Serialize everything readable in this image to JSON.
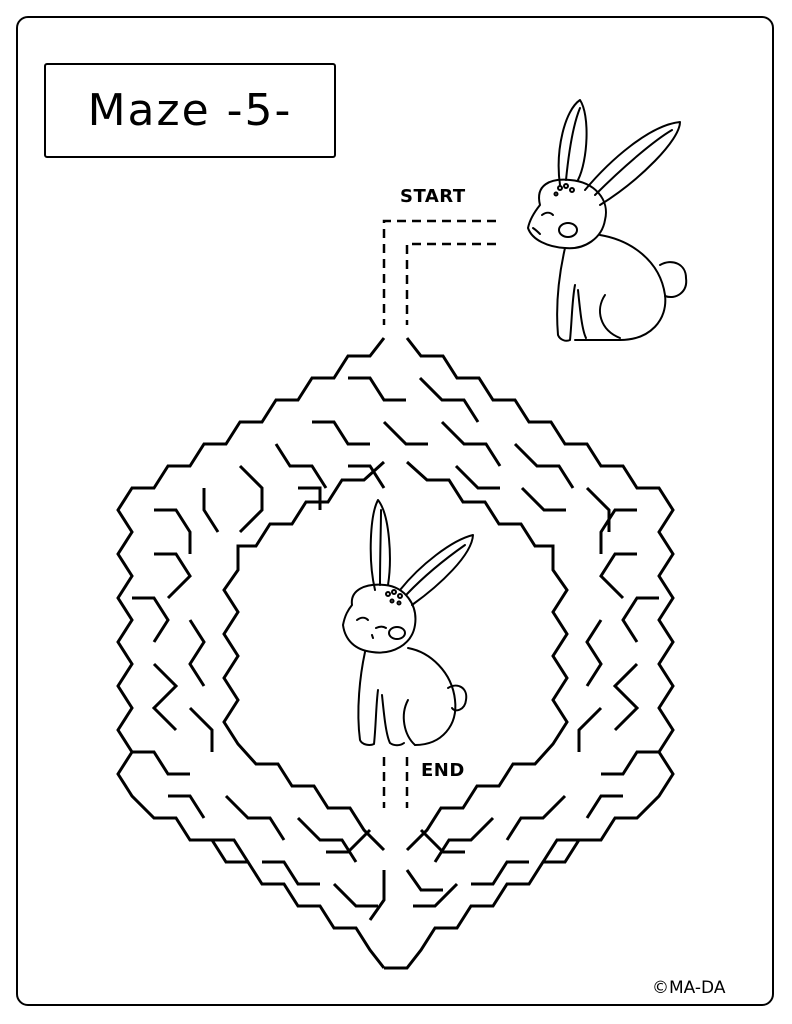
{
  "title": "Maze -5-",
  "labels": {
    "start": "START",
    "end": "END"
  },
  "credit": "©MA-DA",
  "icons": {
    "start_character": "bunny-icon",
    "end_character": "bunny-icon"
  },
  "colors": {
    "ink": "#000000",
    "background": "#ffffff"
  }
}
